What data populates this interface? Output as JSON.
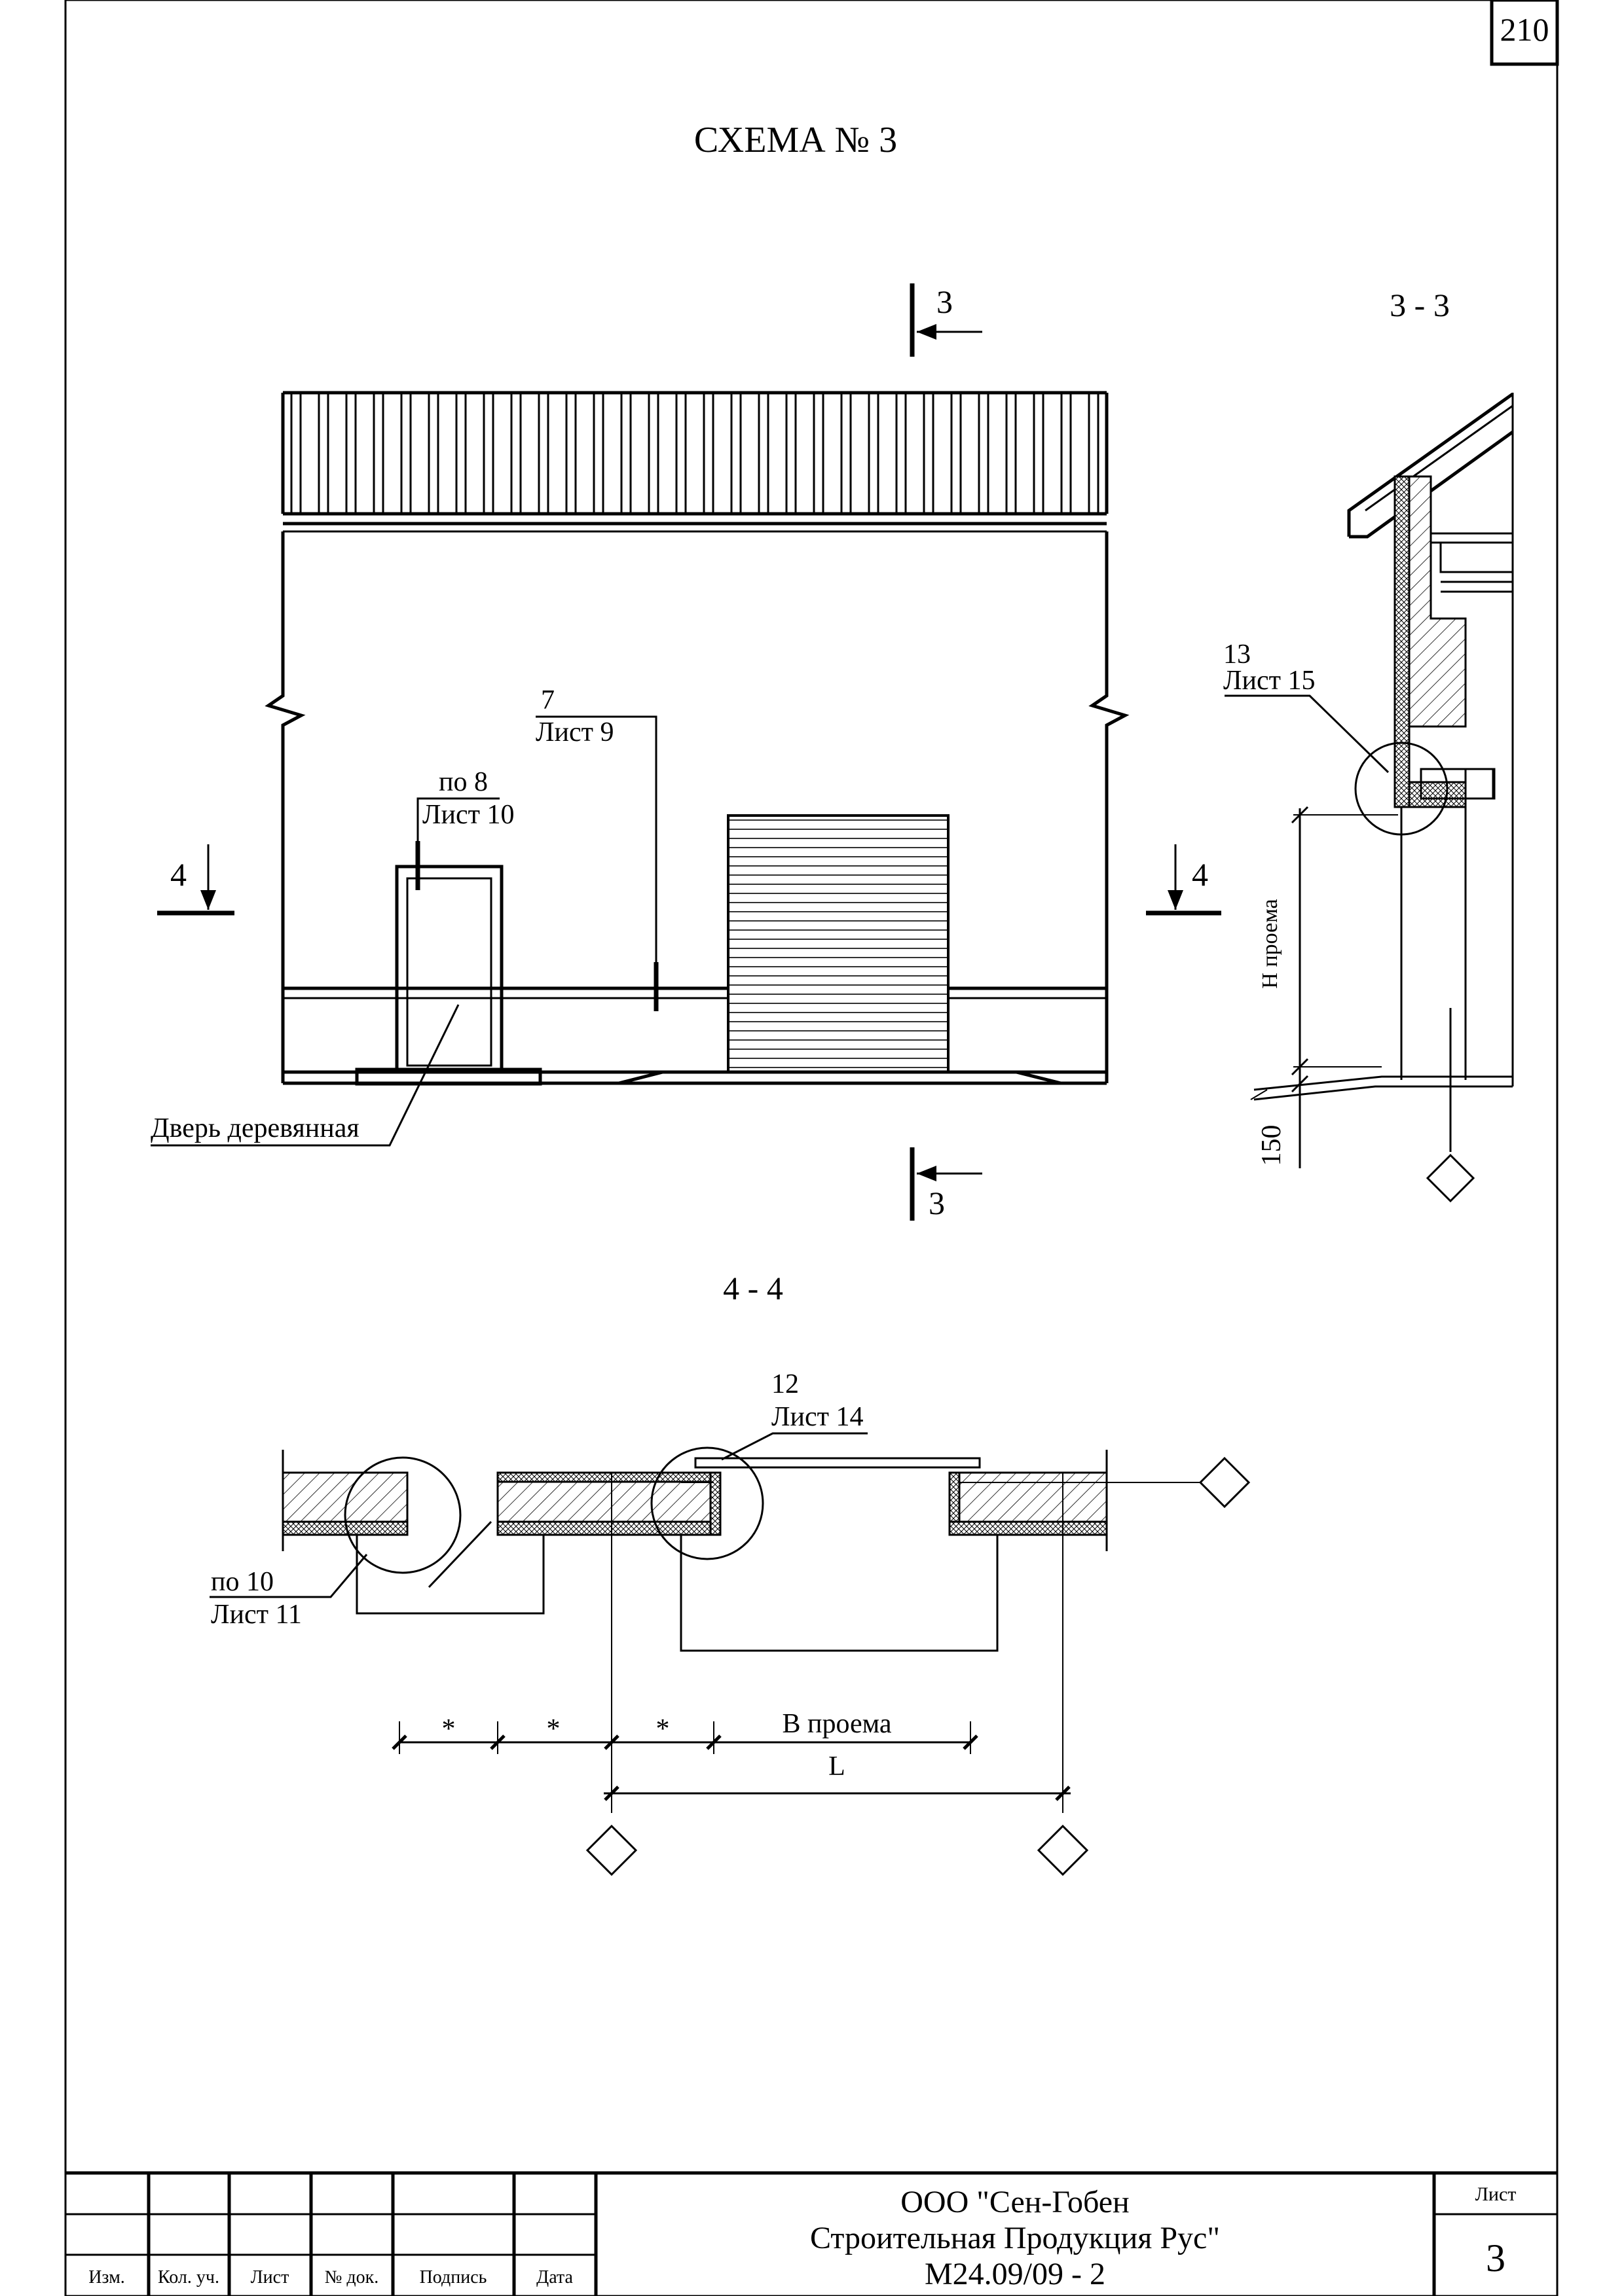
{
  "sheet_number_corner": "210",
  "title": "СХЕМА № 3",
  "elevation": {
    "section_mark_top": "3",
    "section_mark_bottom": "3",
    "section_mark_left": "4",
    "section_mark_right": "4",
    "callout_7_num": "7",
    "callout_7_sheet": "Лист 9",
    "callout_8_num": "по 8",
    "callout_8_sheet": "Лист 10",
    "door_label": "Дверь деревянная"
  },
  "section_3_3": {
    "title": "3 - 3",
    "callout_13_num": "13",
    "callout_13_sheet": "Лист 15",
    "dim_opening_height": "Н проема",
    "dim_150": "150"
  },
  "section_4_4": {
    "title": "4 - 4",
    "callout_12_num": "12",
    "callout_12_sheet": "Лист 14",
    "callout_10_num": "по 10",
    "callout_10_sheet": "Лист 11",
    "dim_star_1": "*",
    "dim_star_2": "*",
    "dim_star_3": "*",
    "dim_opening_width": "В проема",
    "dim_L": "L"
  },
  "title_block": {
    "col_headers": [
      "Изм.",
      "Кол. уч.",
      "Лист",
      "№ док.",
      "Подпись",
      "Дата"
    ],
    "company_line1": "ООО \"Сен-Гобен",
    "company_line2": "Строительная Продукция Рус\"",
    "doc_code": "М24.09/09 - 2",
    "sheet_label": "Лист",
    "sheet_number": "3"
  }
}
